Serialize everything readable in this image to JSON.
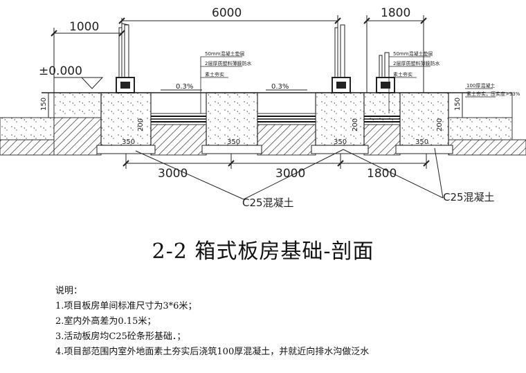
{
  "drawing": {
    "dimensions": {
      "top_left": "1000",
      "top_mid": "6000",
      "top_right": "1800",
      "bottom_left": "3000",
      "bottom_mid": "3000",
      "bottom_right": "1800"
    },
    "elevation": "±0.000",
    "slopes": [
      "0.3%",
      "0.3%"
    ],
    "heights": [
      "150",
      "200",
      "200",
      "200",
      "150"
    ],
    "widths": [
      "350",
      "350",
      "350",
      "350"
    ],
    "layer_labels_left": [
      "50mm混凝土垫层",
      "2层厚质塑料薄膜防水",
      "素土夯实"
    ],
    "layer_labels_right": [
      "50mm混凝土垫层",
      "2层厚质塑料薄膜防水",
      "素土夯实"
    ],
    "outer_labels": [
      "100厚混凝土",
      "素土夯实，压实度>93%"
    ],
    "concrete_callouts": [
      "C25混凝土",
      "C25混凝土"
    ]
  },
  "title": "2-2 箱式板房基础-剖面",
  "notes": {
    "heading": "说明：",
    "items": [
      "1.项目板房单间标准尺寸为3*6米；",
      "2.室内外高差为0.15米；",
      "3.活动板房均C25砼条形基础．；",
      "4.项目部范围内室外地面素土夯实后浇筑100厚混凝土，并就近向排水沟做泛水"
    ]
  }
}
